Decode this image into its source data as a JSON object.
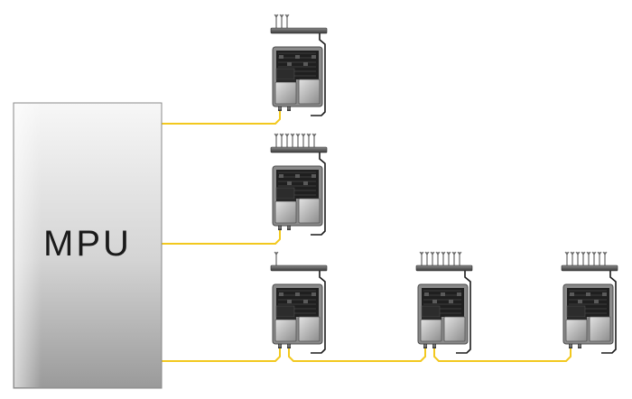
{
  "mpu": {
    "label": "MPU"
  },
  "colors": {
    "wire": "#f2c81e",
    "module_body": "#7d7d7d",
    "module_dark": "#1e1e1e",
    "bus_bar": "#555555",
    "cable": "#1a1a1a",
    "mpu_top": "#f6f6f6",
    "mpu_bottom": "#9e9e9e"
  },
  "units": [
    {
      "id": "unit-1",
      "antennas": 3
    },
    {
      "id": "unit-2",
      "antennas": 8
    },
    {
      "id": "unit-3",
      "antennas": 1
    },
    {
      "id": "unit-4",
      "antennas": 8
    },
    {
      "id": "unit-5",
      "antennas": 8
    }
  ],
  "icons": {
    "antenna": "antenna-icon",
    "radio_module": "radio-module-icon"
  }
}
